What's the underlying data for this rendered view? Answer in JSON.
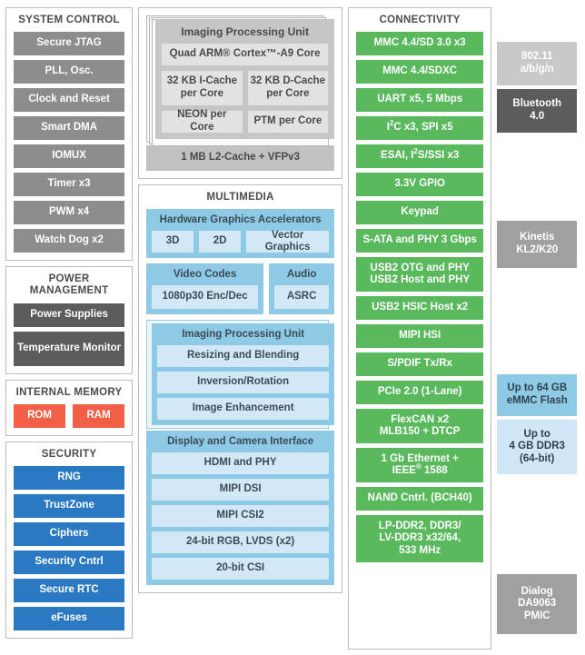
{
  "system_control": {
    "title": "SYSTEM CONTROL",
    "items": [
      "Secure JTAG",
      "PLL, Osc.",
      "Clock and Reset",
      "Smart DMA",
      "IOMUX",
      "Timer x3",
      "PWM x4",
      "Watch Dog x2"
    ]
  },
  "power_management": {
    "title": "POWER MANAGEMENT",
    "items": [
      "Power Supplies",
      "Temperature Monitor"
    ]
  },
  "internal_memory": {
    "title": "INTERNAL MEMORY",
    "items": [
      "ROM",
      "RAM"
    ]
  },
  "security": {
    "title": "SECURITY",
    "items": [
      "RNG",
      "TrustZone",
      "Ciphers",
      "Security Cntrl",
      "Secure RTC",
      "eFuses"
    ]
  },
  "cpu": {
    "title": "Imaging Processing Unit",
    "core": "Quad ARM® Cortex™-A9 Core",
    "icache": "32 KB I-Cache per Core",
    "dcache": "32 KB D-Cache per Core",
    "neon": "NEON per Core",
    "ptm": "PTM per Core",
    "l2": "1 MB L2-Cache + VFPv3"
  },
  "multimedia": {
    "title": "MULTIMEDIA",
    "graphics": {
      "title": "Hardware Graphics Accelerators",
      "items": [
        "3D",
        "2D",
        "Vector Graphics"
      ]
    },
    "video": {
      "title": "Video Codes",
      "item": "1080p30 Enc/Dec"
    },
    "audio": {
      "title": "Audio",
      "item": "ASRC"
    },
    "ipu": {
      "title": "Imaging Processing Unit",
      "items": [
        "Resizing and Blending",
        "Inversion/Rotation",
        "Image Enhancement"
      ]
    },
    "display": {
      "title": "Display and Camera Interface",
      "items": [
        "HDMI and PHY",
        "MIPI DSI",
        "MIPI CSI2",
        "24-bit RGB, LVDS (x2)",
        "20-bit CSI"
      ]
    }
  },
  "connectivity": {
    "title": "CONNECTIVITY",
    "items": [
      {
        "label": "MMC 4.4/SD 3.0 x3",
        "lines": 1
      },
      {
        "label": "MMC 4.4/SDXC",
        "lines": 1
      },
      {
        "label": "UART x5, 5 Mbps",
        "lines": 1
      },
      {
        "label": "I²C x3, SPI x5",
        "lines": 1
      },
      {
        "label": "ESAI, I²S/SSI x3",
        "lines": 1
      },
      {
        "label": "3.3V GPIO",
        "lines": 1
      },
      {
        "label": "Keypad",
        "lines": 1
      },
      {
        "label": "S-ATA and PHY 3 Gbps",
        "lines": 1
      },
      {
        "label": "USB2 OTG and PHY USB2 Host and PHY",
        "lines": 2
      },
      {
        "label": "USB2 HSIC Host x2",
        "lines": 1
      },
      {
        "label": "MIPI HSI",
        "lines": 1
      },
      {
        "label": "S/PDIF Tx/Rx",
        "lines": 1
      },
      {
        "label": "PCIe 2.0 (1-Lane)",
        "lines": 1
      },
      {
        "label": "FlexCAN x2 MLB150 + DTCP",
        "lines": 2
      },
      {
        "label": "1 Gb Ethernet + IEEE® 1588",
        "lines": 2
      },
      {
        "label": "NAND Cntrl. (BCH40)",
        "lines": 1
      },
      {
        "label": "LP-DDR2, DDR3/ LV-DDR3 x32/64, 533 MHz",
        "lines": 3
      }
    ]
  },
  "external": {
    "wifi": "802.11 a/b/g/n",
    "bluetooth": "Bluetooth 4.0",
    "kinetis": "Kinetis KL2/K20",
    "emmc": "Up to 64 GB eMMC Flash",
    "ddr": "Up to 4 GB DDR3 (64-bit)",
    "pmic": "Dialog DA9063 PMIC"
  },
  "colors": {
    "gray": "#8d8d8d",
    "dark_gray": "#5d5b5b",
    "orange": "#f15f46",
    "blue": "#2b79c2",
    "green": "#59b95c",
    "light_blue": "#8ecae6",
    "pale_blue": "#d3e8f7",
    "cpu_gray": "#c6c6c6"
  }
}
